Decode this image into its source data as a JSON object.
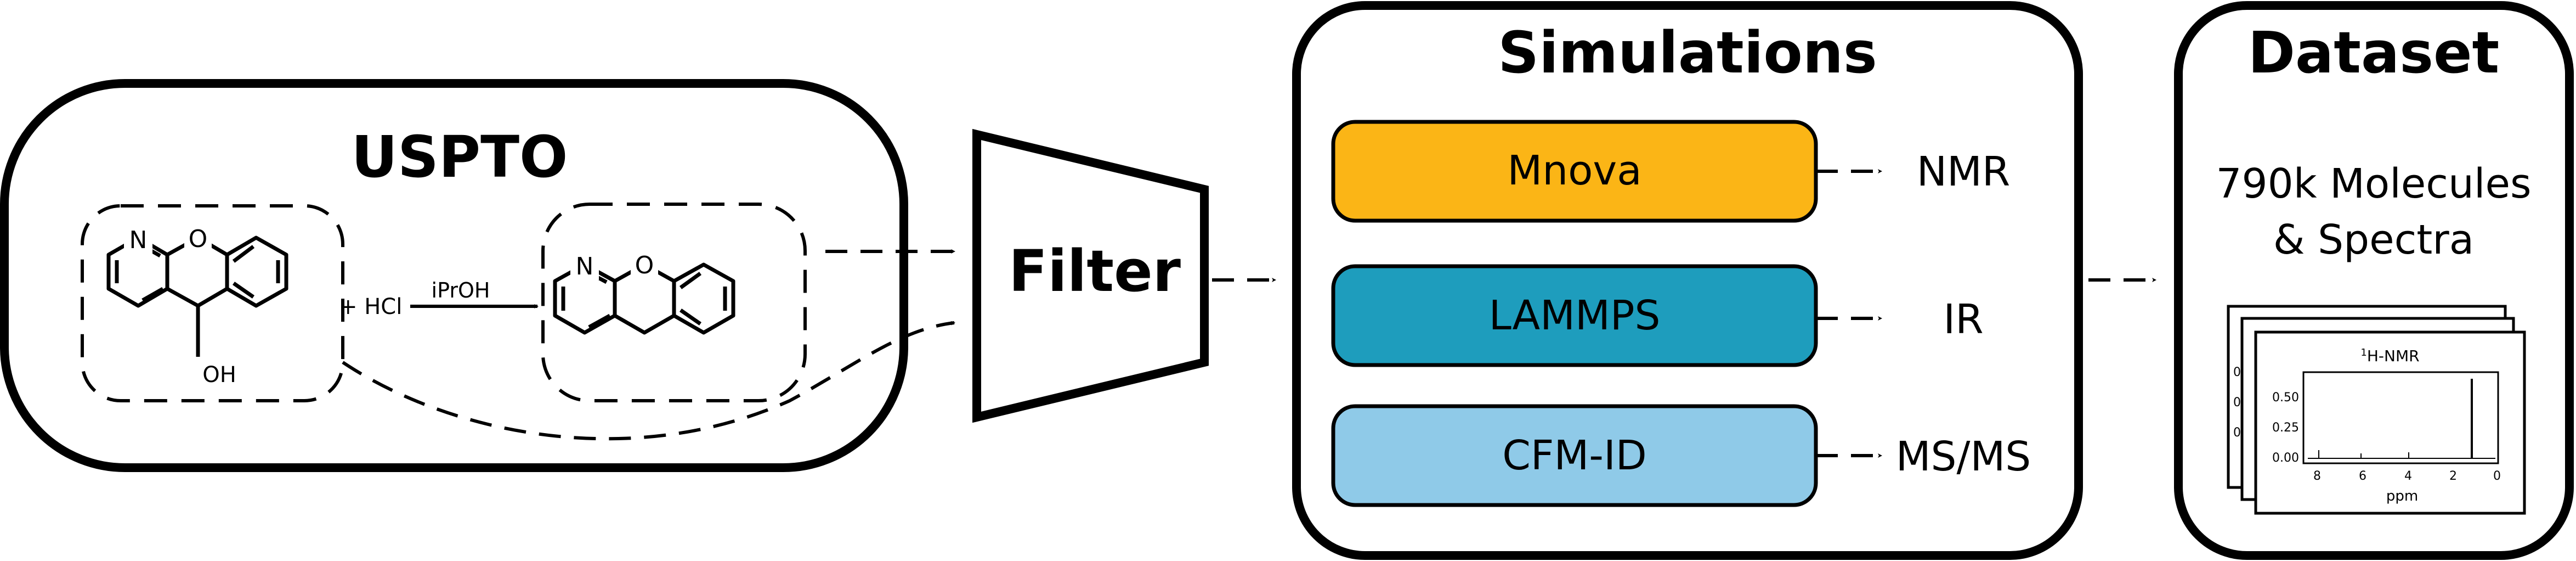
{
  "uspto": {
    "title": "USPTO",
    "reaction": {
      "reactant_atoms": {
        "n": "N",
        "o": "O",
        "oh": "OH"
      },
      "reagent": "+ HCl",
      "solvent": "iPrOH",
      "product_atoms": {
        "n": "N",
        "o": "O"
      }
    }
  },
  "filter": {
    "label": "Filter"
  },
  "simulations": {
    "title": "Simulations",
    "tools": [
      {
        "label": "Mnova",
        "output": "NMR",
        "color": "#FBB516"
      },
      {
        "label": "LAMMPS",
        "output": "IR",
        "color": "#1E9DBD"
      },
      {
        "label": "CFM-ID",
        "output": "MS/MS",
        "color": "#8FCAE8"
      }
    ]
  },
  "dataset": {
    "title": "Dataset",
    "line1": "790k Molecules",
    "line2": "& Spectra",
    "spectrum": {
      "title_sup": "1",
      "title": "H-NMR",
      "xlabel": "ppm",
      "xticks": [
        "8",
        "6",
        "4",
        "2",
        "0"
      ],
      "yticks": [
        "0.50",
        "0.25",
        "0.00"
      ],
      "back_card_ticks": [
        "0",
        "0",
        "0"
      ]
    }
  },
  "colors": {
    "stroke": "#000000",
    "background": "#FFFFFF"
  }
}
